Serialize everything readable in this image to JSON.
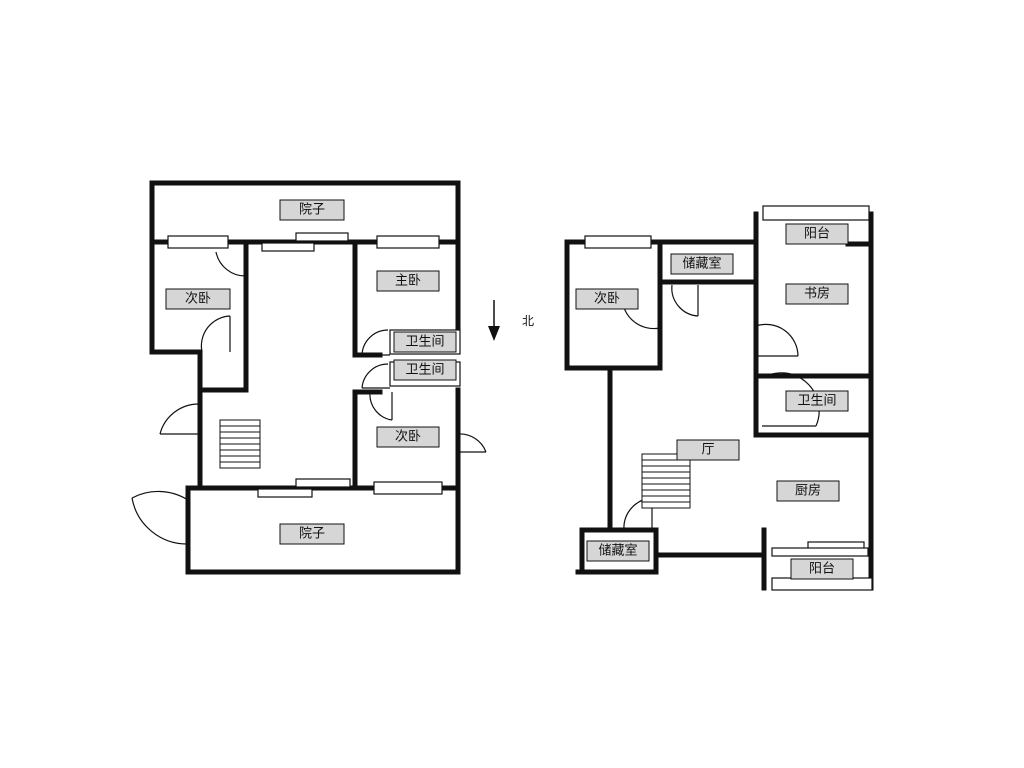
{
  "rooms": {
    "left_yard_top": "院子",
    "left_secondary_bedroom_1": "次卧",
    "left_master_bedroom": "主卧",
    "left_bathroom_1": "卫生间",
    "left_bathroom_2": "卫生间",
    "left_secondary_bedroom_2": "次卧",
    "left_yard_bottom": "院子",
    "right_secondary_bedroom": "次卧",
    "right_storage_top": "储藏室",
    "right_balcony_top": "阳台",
    "right_study": "书房",
    "right_bathroom": "卫生间",
    "right_living_room": "厅",
    "right_kitchen": "厨房",
    "right_storage_bottom": "储藏室",
    "right_balcony_bottom": "阳台"
  },
  "compass": {
    "label": "北",
    "icon": "north-arrow-icon"
  },
  "colors": {
    "wall": "#111111",
    "label_fill": "#d6d6d6",
    "background": "#ffffff"
  }
}
